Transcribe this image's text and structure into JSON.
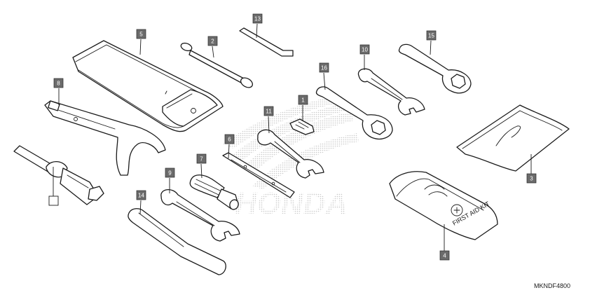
{
  "diagram": {
    "code": "MKNDF4800",
    "watermark_brand": "HONDA",
    "callouts": {
      "n1": "1",
      "n2": "2",
      "n3": "3",
      "n4": "4",
      "n5": "5",
      "n6": "6",
      "n7": "7",
      "n8": "8",
      "n9": "9",
      "n10": "10",
      "n11": "11",
      "n13": "13",
      "n14": "14",
      "n15": "15",
      "n16": "16",
      "blank": ""
    },
    "first_aid_kit_label": "FIRST AID KIT"
  }
}
